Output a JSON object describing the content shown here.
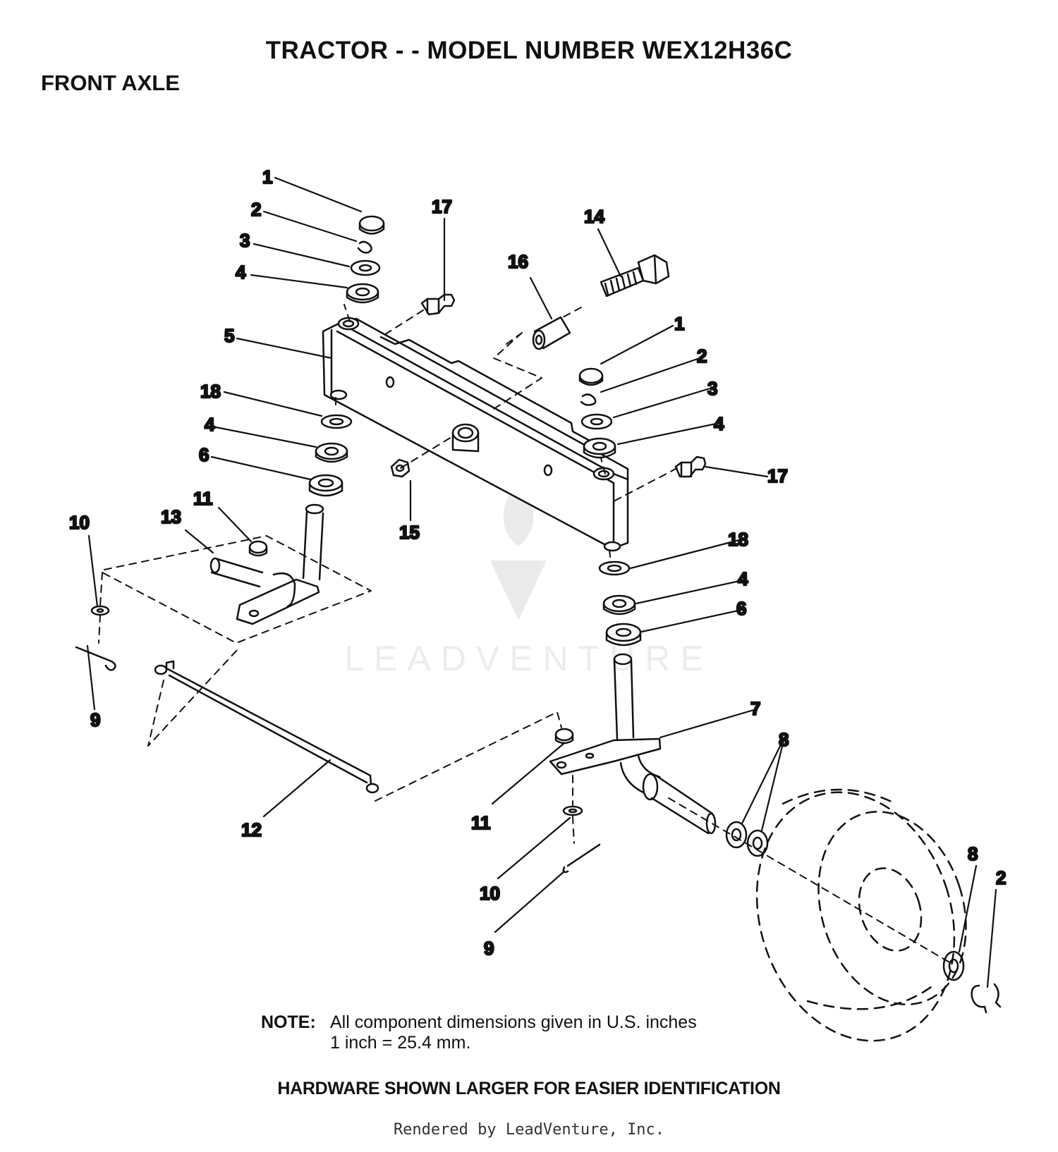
{
  "header": {
    "title": "TRACTOR - - MODEL NUMBER WEX12H36C",
    "section": "FRONT AXLE"
  },
  "callouts": {
    "c1a": "1",
    "c2a": "2",
    "c3a": "3",
    "c4a": "4",
    "c5": "5",
    "c18a": "18",
    "c4b": "4",
    "c6a": "6",
    "c17a": "17",
    "c16": "16",
    "c14": "14",
    "c1b": "1",
    "c2b": "2",
    "c3b": "3",
    "c4c": "4",
    "c17b": "17",
    "c15": "15",
    "c10a": "10",
    "c13": "13",
    "c11a": "11",
    "c9a": "9",
    "c18b": "18",
    "c4d": "4",
    "c6b": "6",
    "c7": "7",
    "c8a": "8",
    "c12": "12",
    "c11b": "11",
    "c10b": "10",
    "c9b": "9",
    "c8b": "8",
    "c2c": "2"
  },
  "note": {
    "label": "NOTE:",
    "line1": "All component dimensions given in U.S. inches",
    "line2": "1 inch = 25.4 mm."
  },
  "hardware_note": "HARDWARE SHOWN LARGER FOR EASIER IDENTIFICATION",
  "footer": "Rendered by LeadVenture, Inc.",
  "watermark": "LEADVENTURE"
}
